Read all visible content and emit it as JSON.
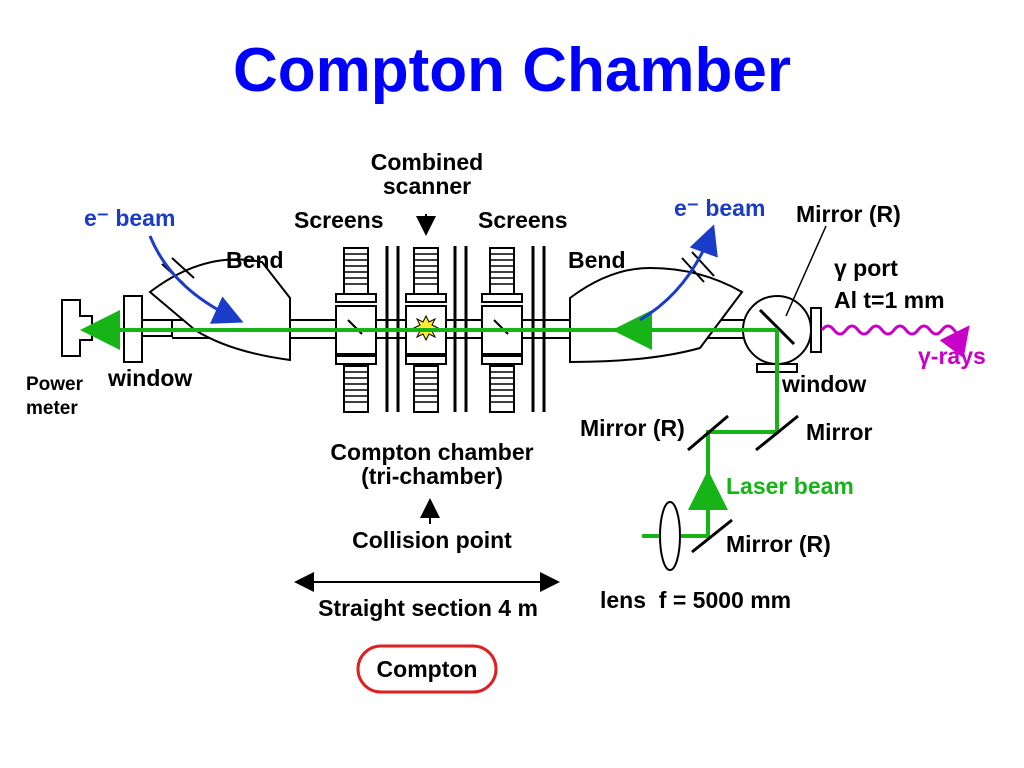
{
  "title": "Compton Chamber",
  "labels": {
    "e_beam_left": "e⁻ beam",
    "e_beam_right": "e⁻ beam",
    "bend_left": "Bend",
    "bend_right": "Bend",
    "screens_left": "Screens",
    "screens_right": "Screens",
    "combined_scanner_1": "Combined",
    "combined_scanner_2": "scanner",
    "mirror_r_top": "Mirror (R)",
    "gamma_port": "γ port",
    "al_thickness": "Al t=1 mm",
    "gamma_rays": "γ-rays",
    "window_right": "window",
    "window_left": "window",
    "power_meter_1": "Power",
    "power_meter_2": "meter",
    "mirror_r_mid": "Mirror (R)",
    "mirror_mid": "Mirror",
    "laser_beam": "Laser beam",
    "mirror_r_bottom": "Mirror (R)",
    "lens": "lens  f = 5000 mm",
    "compton_chamber_1": "Compton chamber",
    "compton_chamber_2": "(tri-chamber)",
    "collision_point": "Collision point",
    "straight_section": "Straight section 4 m",
    "compton_button": "Compton"
  },
  "colors": {
    "title": "#0000ff",
    "e_beam": "#1a3cc8",
    "laser": "#16b416",
    "gamma": "#c800c8",
    "button_border": "#e02020"
  }
}
